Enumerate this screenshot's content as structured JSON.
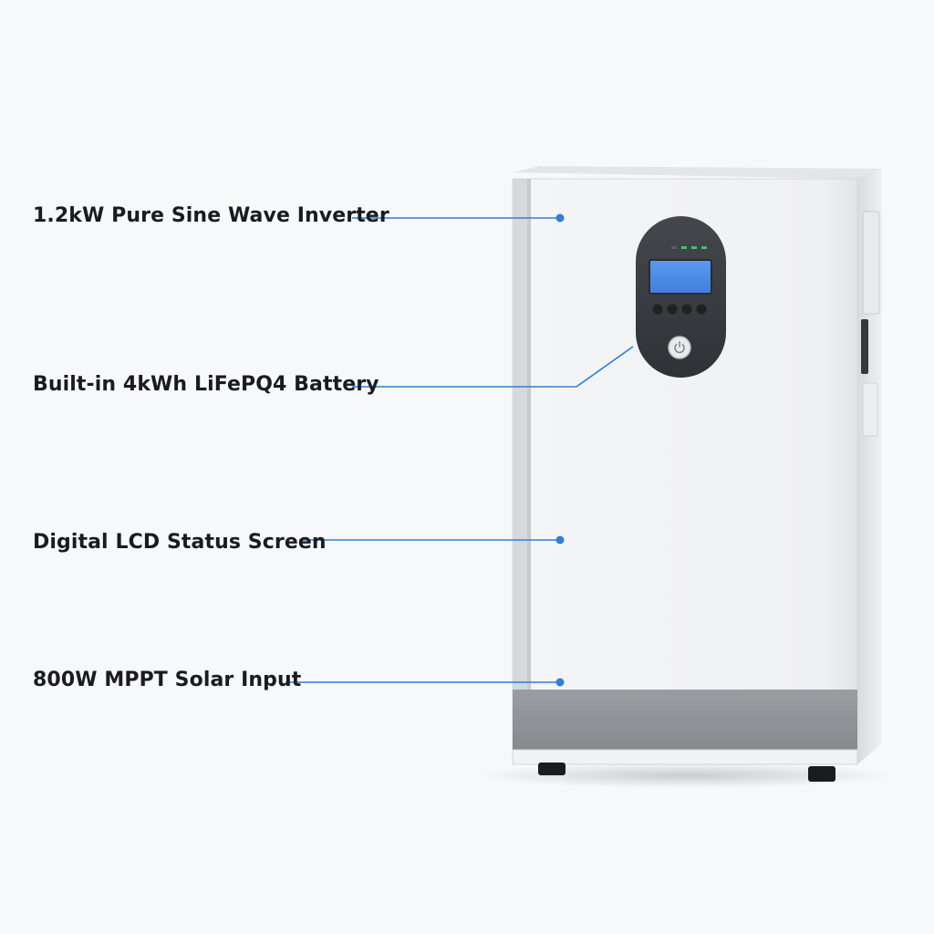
{
  "features": [
    {
      "label": "1.2kW Pure Sine Wave Inverter"
    },
    {
      "label": "Built-in 4kWh LiFePQ4 Battery"
    },
    {
      "label": "Digital LCD Status Screen"
    },
    {
      "label": "800W MPPT Solar Input"
    }
  ],
  "colors": {
    "background": "#f7f8fa",
    "callout": "#2f7fd6",
    "lcd": "#4f8fe8",
    "cabinet": "#eeeff1",
    "base_band": "#8f9296",
    "panel": "#3a3d42"
  },
  "device": {
    "status_leds": 4,
    "panel_buttons": 4,
    "power_icon": "power-icon"
  }
}
